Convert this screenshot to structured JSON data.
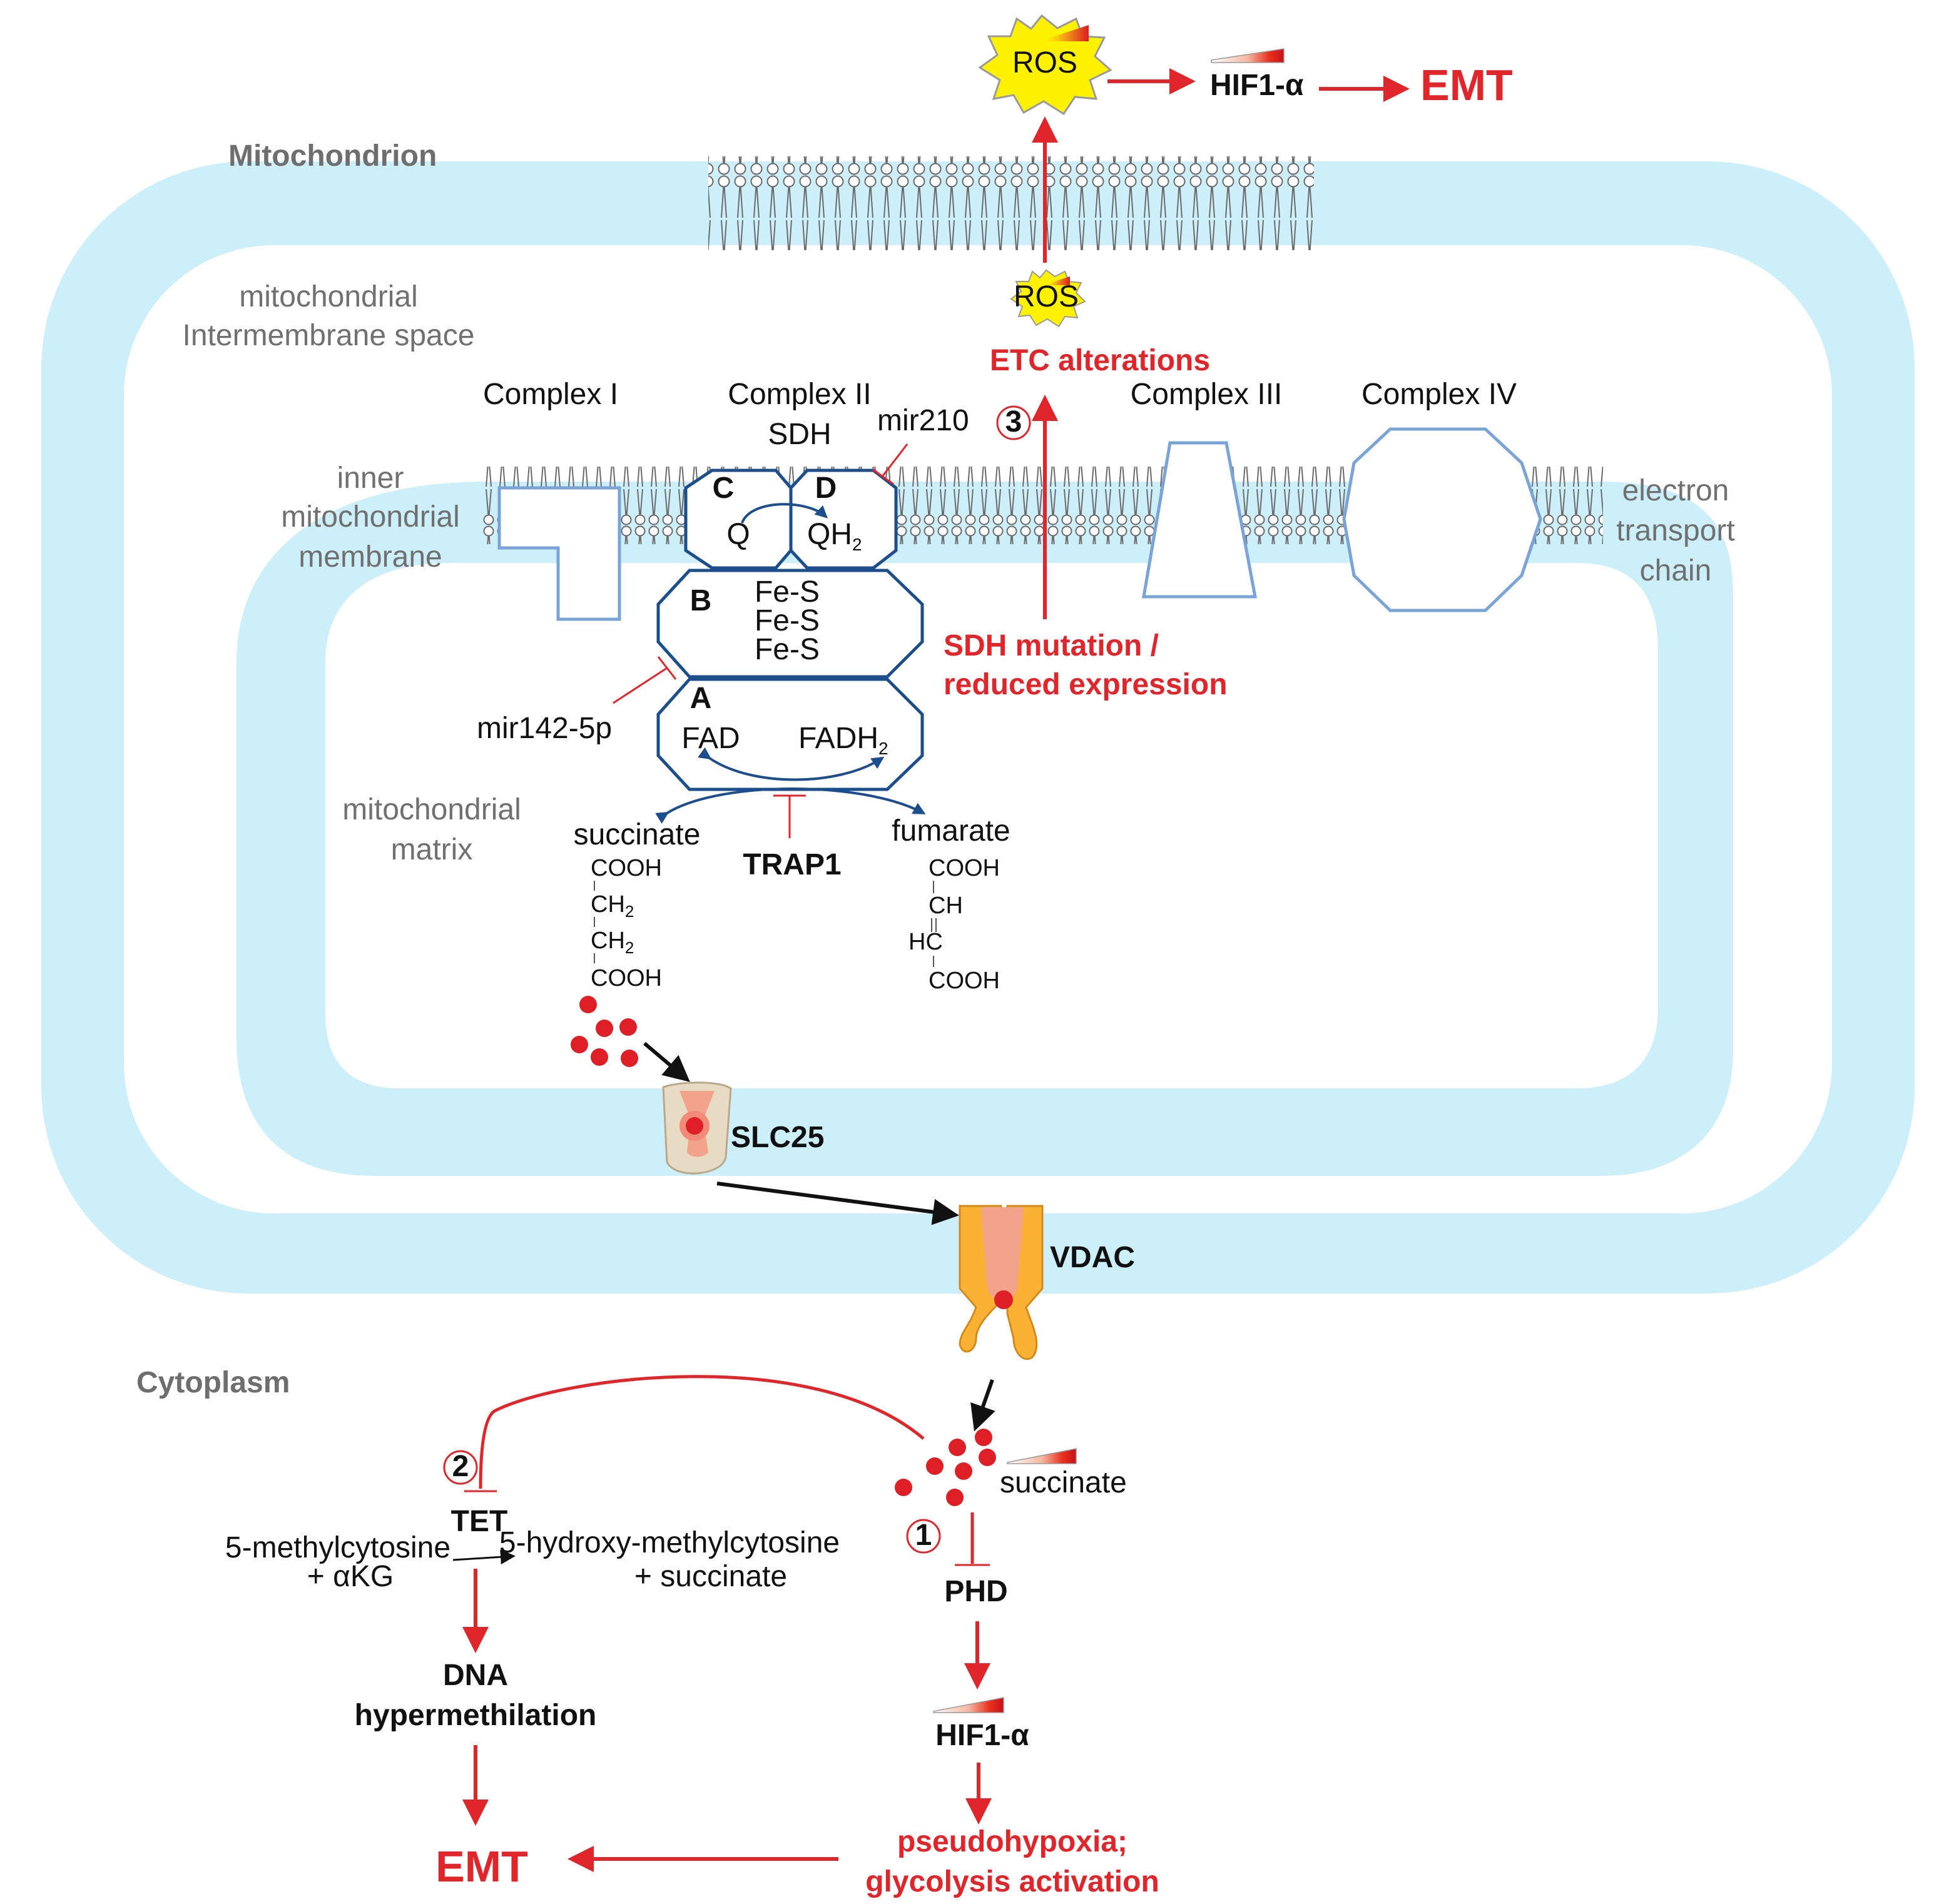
{
  "compartments": {
    "mitochondrion": "Mitochondrion",
    "intermembrane_line1": "mitochondrial",
    "intermembrane_line2": "Intermembrane space",
    "inner_membrane_line1": "inner",
    "inner_membrane_line2": "mitochondrial",
    "inner_membrane_line3": "membrane",
    "matrix_line1": "mitochondrial",
    "matrix_line2": "matrix",
    "etc_line1": "electron",
    "etc_line2": "transport",
    "etc_line3": "chain",
    "cytoplasm": "Cytoplasm"
  },
  "complexes": {
    "complex_1": "Complex I",
    "complex_2_line1": "Complex II",
    "complex_2_line2": "SDH",
    "complex_3": "Complex III",
    "complex_4": "Complex IV"
  },
  "sdh": {
    "subunit_c": "C",
    "subunit_d": "D",
    "subunit_b": "B",
    "subunit_a": "A",
    "q": "Q",
    "qh2": "QH",
    "qh2_sub": "2",
    "fes_1": "Fe-S",
    "fes_2": "Fe-S",
    "fes_3": "Fe-S",
    "fad": "FAD",
    "fadh2": "FADH",
    "fadh2_sub": "2"
  },
  "regulators": {
    "mir210": "mir210",
    "mir142": "mir142-5p",
    "trap1": "TRAP1"
  },
  "metabolites": {
    "succinate": "succinate",
    "fumarate": "fumarate",
    "succ_cooh_top": "COOH",
    "succ_ch2_a": "CH",
    "succ_ch2_a_sub": "2",
    "succ_ch2_b": "CH",
    "succ_ch2_b_sub": "2",
    "succ_cooh_bottom": "COOH",
    "fum_cooh_top": "COOH",
    "fum_ch": "CH",
    "fum_hc": "HC",
    "fum_cooh_bottom": "COOH"
  },
  "transporters": {
    "slc25": "SLC25",
    "vdac": "VDAC"
  },
  "top_pathway": {
    "ros_big": "ROS",
    "ros_small": "ROS",
    "hif1a": "HIF1-α",
    "emt": "EMT",
    "etc_alterations": "ETC alterations",
    "step_3": "3",
    "sdh_mutation_line1": "SDH mutation /",
    "sdh_mutation_line2": "reduced expression"
  },
  "cytoplasm_pathway": {
    "succinate": "succinate",
    "step_1": "1",
    "step_2": "2",
    "tet": "TET",
    "substrate_line1": "5-methylcytosine",
    "substrate_line2": "+ αKG",
    "product_line1": "5-hydroxy-methylcytosine",
    "product_line2": "+ succinate",
    "dna_line1": "DNA",
    "dna_line2": "hypermethilation",
    "phd": "PHD",
    "hif1a": "HIF1-α",
    "pseudo_line1": "pseudohypoxia;",
    "pseudo_line2": "glycolysis activation",
    "emt": "EMT"
  },
  "colors": {
    "membrane": "#cdeffa",
    "accent_red": "#e0262b",
    "sdh_blue": "#1c4d8c",
    "complex_blue": "#7aa3d8",
    "ros_yellow": "#fff200"
  }
}
